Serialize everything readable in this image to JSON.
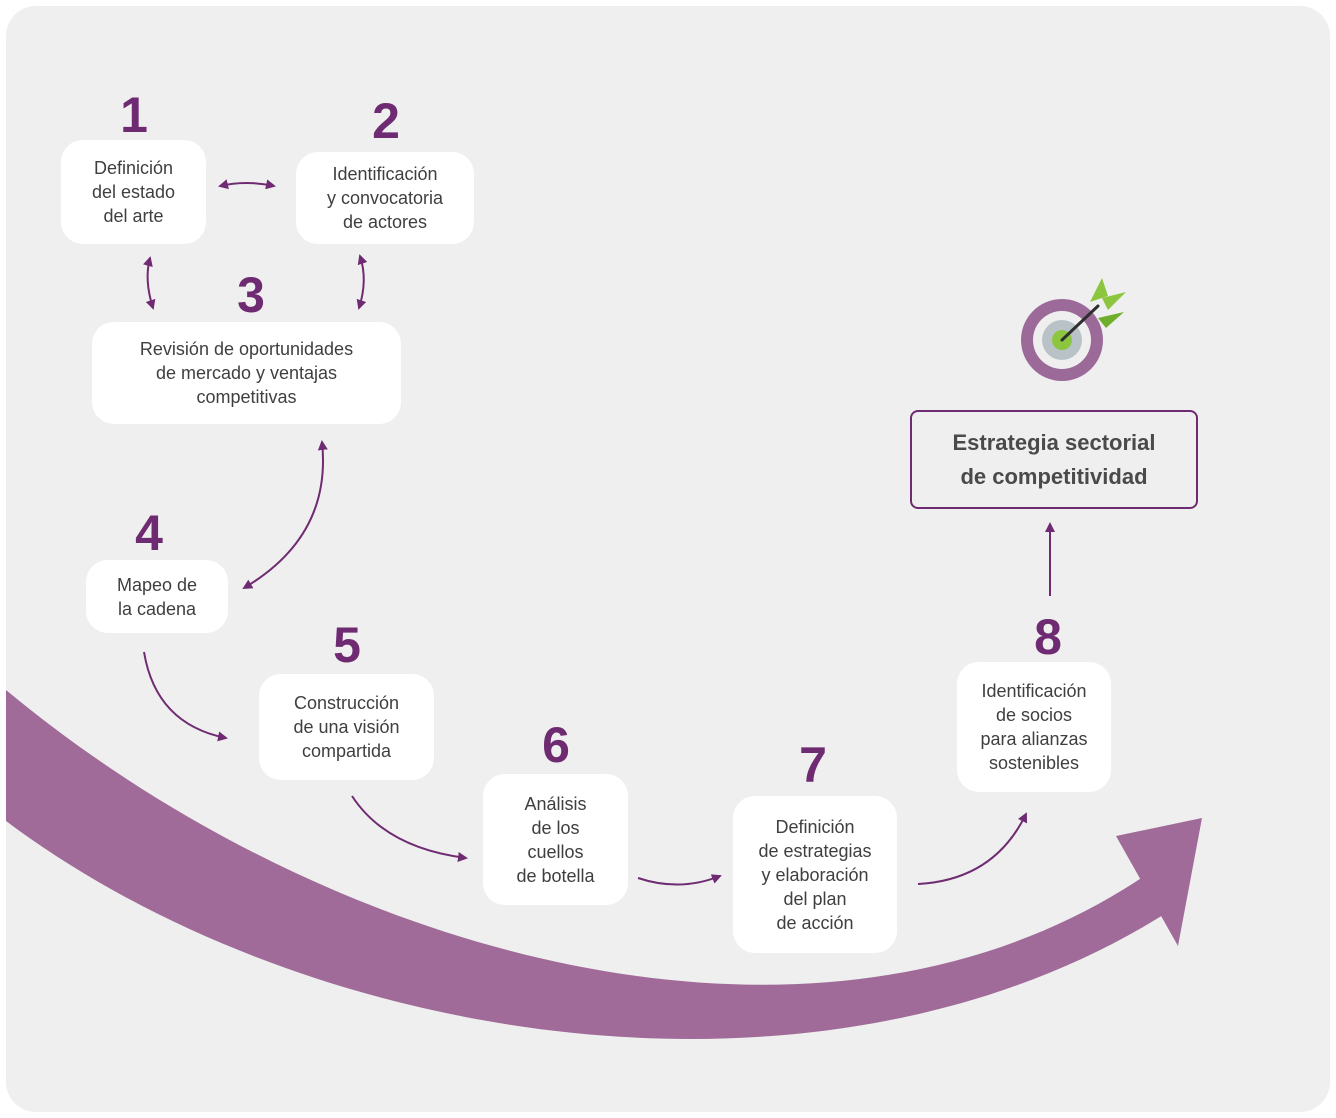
{
  "colors": {
    "accent": "#6f2b72",
    "swoosh": "#a06b98",
    "background": "#efefef",
    "box": "#ffffff",
    "target_ring": "#9b6a98",
    "target_inner_gray": "#b9c3c7",
    "target_center": "#8cc63f"
  },
  "steps": [
    {
      "number": "1",
      "label": "Definición\ndel estado\ndel arte"
    },
    {
      "number": "2",
      "label": "Identificación\ny convocatoria\nde actores"
    },
    {
      "number": "3",
      "label": "Revisión de oportunidades\nde mercado y ventajas\ncompetitivas"
    },
    {
      "number": "4",
      "label": "Mapeo de\nla cadena"
    },
    {
      "number": "5",
      "label": "Construcción\nde una visión\ncompartida"
    },
    {
      "number": "6",
      "label": "Análisis\nde los\ncuellos\nde botella"
    },
    {
      "number": "7",
      "label": "Definición\nde estrategias\ny elaboración\ndel plan\nde acción"
    },
    {
      "number": "8",
      "label": "Identificación\nde socios\npara alianzas\nsostenibles"
    }
  ],
  "goal": {
    "label": "Estrategia sectorial\nde competitividad",
    "icon": "target-icon"
  }
}
